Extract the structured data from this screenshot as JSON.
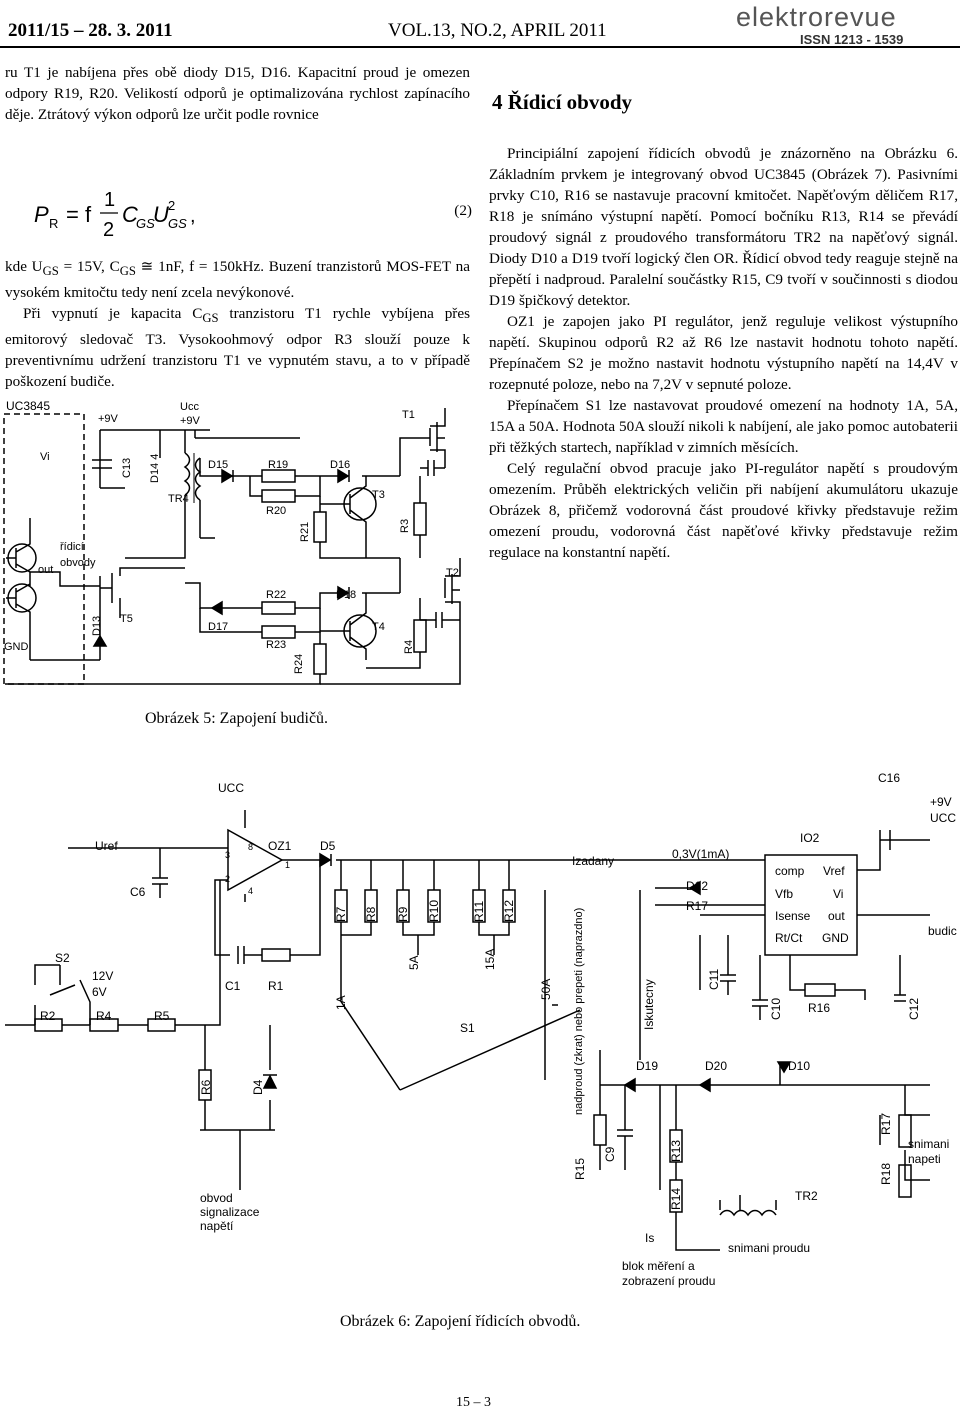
{
  "header": {
    "left": "2011/15 – 28. 3. 2011",
    "middle": "VOL.13, NO.2, APRIL 2011",
    "logo": "elektrorevue",
    "issn": "ISSN 1213 - 1539"
  },
  "left_column": {
    "p1": "ru T1 je nabíjena přes obě diody D15, D16. Kapacitní proud je omezen odpory R19, R20. Velikostí odporů je optimalizována rychlost zapínacího děje. Ztrátový výkon odporů lze určit podle rovnice",
    "p2": "kde U",
    "p2_sub1": "GS",
    "p2_b": " = 15V, C",
    "p2_sub2": "GS",
    "p2_c": " ≅ 1nF, f = 150kHz. Buzení tranzistorů MOS-FET na vysokém kmitočtu tedy není zcela nevýkonové.",
    "p3": "Při vypnutí je kapacita C",
    "p3_sub": "GS",
    "p3_b": " tranzistoru T1 rychle vybíjena přes emitorový sledovač T3. Vysokoohmový odpor R3 slouží pouze k preventivnímu udržení tranzistoru T1 ve vypnutém stavu, a to v případě poškození budiče."
  },
  "equation": {
    "lhs": "P",
    "lhs_sub": "R",
    "rhs": "= f",
    "frac_num": "1",
    "frac_den": "2",
    "term": "C",
    "term_sub": "GS",
    "term2": "U",
    "term2_sup": "2",
    "term2_sub": "GS",
    "comma": ",",
    "number": "(2)"
  },
  "section": {
    "title": "4   Řídicí obvody"
  },
  "right_column": {
    "p1": "Principiální zapojení řídicích obvodů je znázorněno na Obrázku 6. Základním prvkem je integrovaný obvod UC3845 (Obrázek 7). Pasivními prvky C10, R16 se nastavuje pracovní kmitočet. Napěťovým děličem R17, R18 je snímáno výstupní napětí. Pomocí bočníku R13, R14 se převádí proudový signál z proudového transformátoru TR2 na napěťový signál. Diody D10 a D19 tvoří logický člen OR. Řídicí obvod tedy reaguje stejně na přepětí i nadproud. Paralelní součástky R15, C9 tvoří v součinnosti s diodou D19 špičkový detektor.",
    "p2": "OZ1 je zapojen jako PI regulátor, jenž reguluje velikost výstupního napětí. Skupinou odporů R2 až R6 lze nastavit hodnotu tohoto napětí. Přepínačem S2 je možno nastavit hodnotu výstupního napětí na 14,4V v rozepnuté poloze, nebo na 7,2V v sepnuté poloze.",
    "p3": "Přepínačem S1 lze nastavovat proudové omezení na hodnoty 1A, 5A, 15A a 50A. Hodnota 50A slouží nikoli k nabíjení, ale jako pomoc autobaterii při těžkých startech, například v zimních měsících.",
    "p4": "Celý regulační obvod pracuje jako PI-regulátor napětí s proudovým omezením. Průběh elektrických veličin při nabíjení akumulátoru ukazuje Obrázek 8, přičemž vodorovná část proudové křivky představuje režim omezení proudu, vodorovná část napěťové křivky představuje režim regulace na konstantní napětí."
  },
  "figure5": {
    "caption": "Obrázek 5: Zapojení budičů.",
    "labels": [
      "UC3845",
      "+9V",
      "Ucc",
      "+9V",
      "T1",
      "Vi",
      "C13",
      "D14 4",
      "D15",
      "R19",
      "D16",
      "TR4",
      "R20",
      "T3",
      "R21",
      "R3",
      "řídicí",
      "obvody",
      "out",
      "T2",
      "R22",
      "D18",
      "D13",
      "T5",
      "D17",
      "R23",
      "T4",
      "R24",
      "R4",
      "GND"
    ]
  },
  "figure6": {
    "caption": "Obrázek 6: Zapojení řídicích obvodů.",
    "labels": [
      "UCC",
      "C16",
      "+9V",
      "UCC",
      "Uref",
      "OZ1",
      "IO2",
      "3",
      "8",
      "1",
      "2",
      "4",
      "D5",
      "Izadany",
      "0,3V(1mA)",
      "C6",
      "D12",
      "comp",
      "Vref",
      "Vfb",
      "Vi",
      "R7",
      "R8",
      "R9",
      "R10",
      "R11",
      "R12",
      "R17",
      "Isense",
      "out",
      "Rt/Ct",
      "GND",
      "budic",
      "S2",
      "12V",
      "6V",
      "5A",
      "15A",
      "50A",
      "C1",
      "R1",
      "C11",
      "R16",
      "1A",
      "S1",
      "C10",
      "C12",
      "R2",
      "R4",
      "R5",
      "Iskutecny",
      "nadproud (zkrat) nebo prepeti (naprazdno)",
      "R6",
      "D4",
      "D19",
      "D20",
      "D10",
      "R17",
      "snimani",
      "napeti",
      "R15",
      "C9",
      "R13",
      "R18",
      "R14",
      "TR2",
      "Is",
      "snimani proudu",
      "obvod",
      "signalizace",
      "napětí",
      "blok měření a",
      "zobrazení proudu"
    ]
  },
  "footer": {
    "page": "15 – 3"
  }
}
